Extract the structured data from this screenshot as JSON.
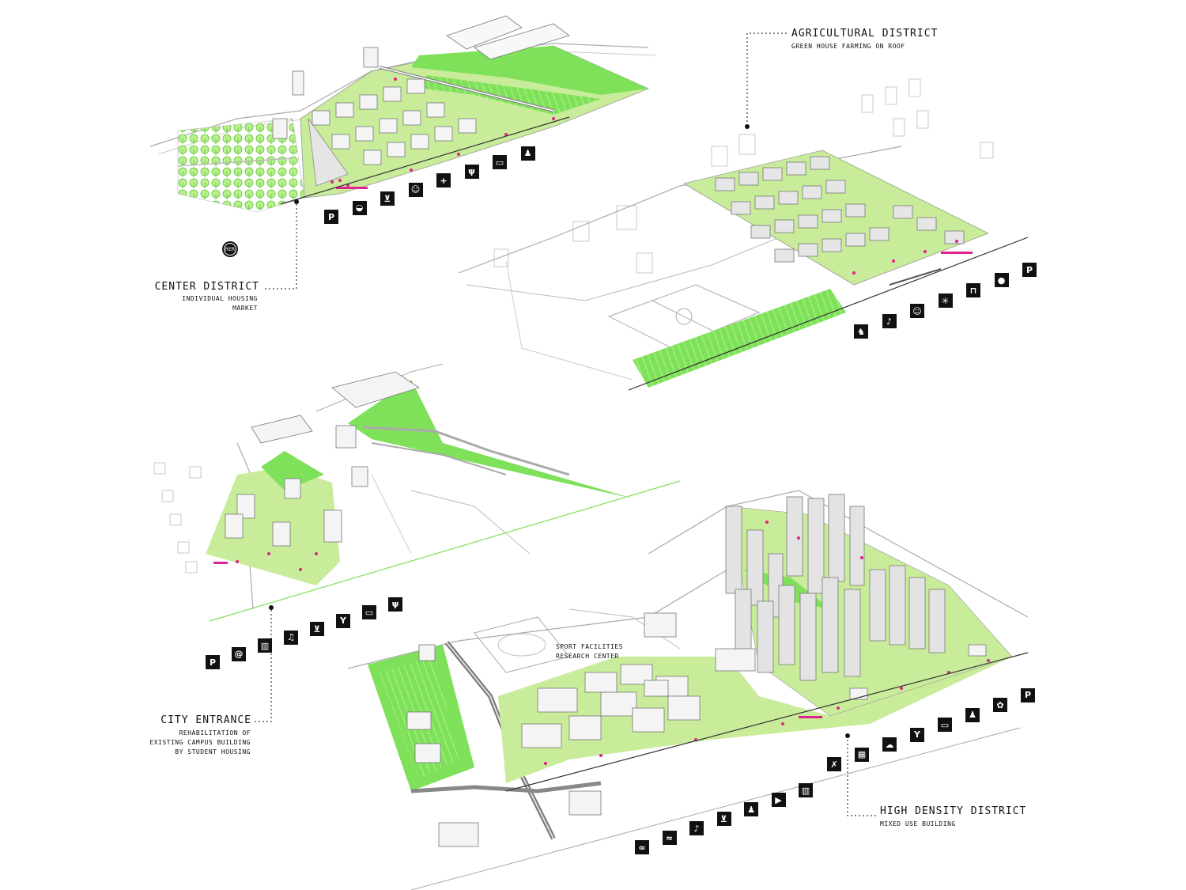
{
  "districts": {
    "agricultural": {
      "title": "AGRICULTURAL DISTRICT",
      "subtitle": "GREEN HOUSE FARMING ON ROOF"
    },
    "center": {
      "title": "CENTER DISTRICT",
      "subtitle_1": "INDIVIDUAL HOUSING",
      "subtitle_2": "MARKET"
    },
    "city_entrance": {
      "title": "CITY ENTRANCE",
      "subtitle_1": "REHABILITATION OF",
      "subtitle_2": "EXISTING CAMPUS BUILDING",
      "subtitle_3": "BY STUDENT HOUSING"
    },
    "high_density": {
      "title": "HIGH DENSITY DISTRICT",
      "subtitle": "MIXED USE BUILDING"
    },
    "sport": {
      "line_1": "SPORT FACILITIES",
      "line_2": "RESEARCH CENTER"
    }
  },
  "station_label": "RER",
  "colors": {
    "green": "#7fe05a",
    "light_green": "#c9ec9a",
    "magenta": "#e0228c",
    "gray": "#cfcfcf",
    "line": "#999999"
  },
  "icon_rows": {
    "center": [
      "parking-icon",
      "basket-icon",
      "cart-icon",
      "childcare-icon",
      "health-icon",
      "restaurant-icon",
      "cafe-icon",
      "family-icon"
    ],
    "agricultural": [
      "dog-icon",
      "dance-icon",
      "childcare-icon",
      "fireworks-icon",
      "bench-icon",
      "fruit-icon",
      "parking-icon"
    ],
    "city_entrance": [
      "parking-icon",
      "internet-icon",
      "library-icon",
      "music-icon",
      "cart-icon",
      "bar-icon",
      "cafe-icon",
      "restaurant-icon"
    ],
    "high_density_1": [
      "cycling-icon",
      "swimming-icon",
      "dance-icon",
      "cart-icon",
      "family-icon",
      "cinema-icon",
      "library-icon"
    ],
    "high_density_2": [
      "no-smoking-icon",
      "building-icon",
      "cloud-icon",
      "bar-icon",
      "cafe-icon",
      "family-icon",
      "plant-icon",
      "parking-icon"
    ]
  }
}
